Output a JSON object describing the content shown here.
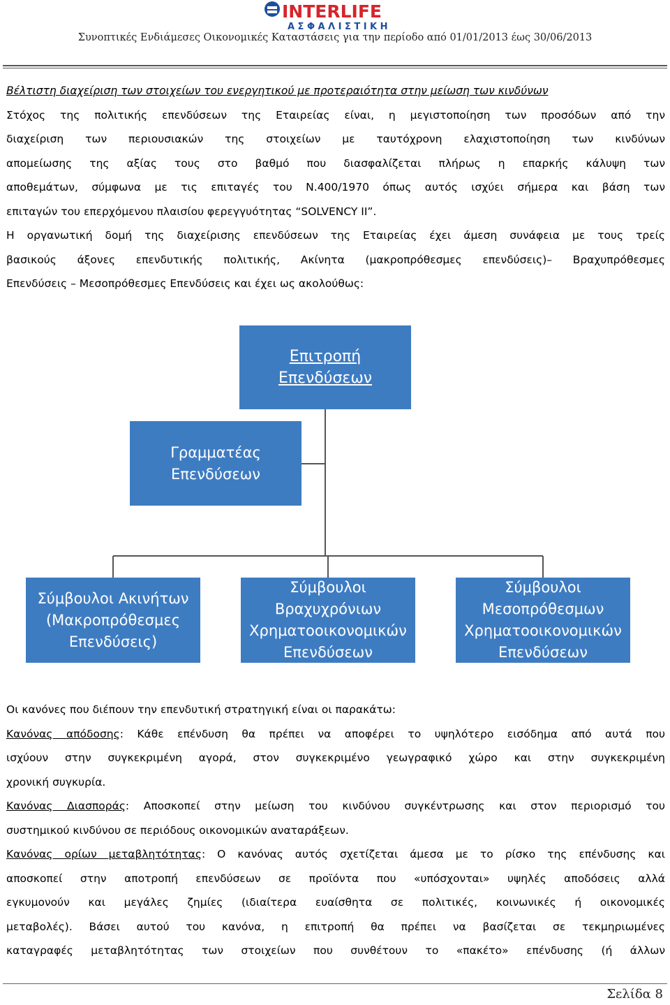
{
  "header": {
    "brand": "INTERLIFE",
    "brand_sub": "ΑΣΦΑΛΙΣΤΙΚΗ",
    "subtitle": "Συνοπτικές Ενδιάμεσες Οικονομικές Καταστάσεις για την περίοδο από 01/01/2013 έως 30/06/2013",
    "colors": {
      "brand_blue": "#1f4e9c",
      "brand_red": "#d6242b"
    }
  },
  "section_title": "Βέλτιστη διαχείριση των στοιχείων του ενεργητικού με προτεραιότητα στην μείωση των κινδύνων",
  "paragraph1": [
    "Στόχος της πολιτικής επενδύσεων της Εταιρείας είναι, η μεγιστοποίηση των προσόδων από την",
    "διαχείριση των περιουσιακών της στοιχείων με ταυτόχρονη ελαχιστοποίηση των κινδύνων",
    "απομείωσης της αξίας τους στο βαθμό που διασφαλίζεται πλήρως η επαρκής κάλυψη των",
    "αποθεμάτων, σύμφωνα με τις επιταγές του Ν.400/1970 όπως αυτός ισχύει σήμερα και βάση των",
    "επιταγών του επερχόμενου πλαισίου φερεγγυότητας “SOLVENCY II”."
  ],
  "paragraph2": [
    "Η οργανωτική δομή της διαχείρισης επενδύσεων της Εταιρείας έχει άμεση συνάφεια με τους τρείς",
    "βασικούς άξονες επενδυτικής πολιτικής, Ακίνητα (μακροπρόθεσμες επενδύσεις)– Βραχυπρόθεσμες",
    "Επενδύσεις – Μεσοπρόθεσμες Επενδύσεις  και έχει ως ακολούθως:"
  ],
  "org_chart": {
    "box_color": "#3e7cc2",
    "top": [
      "Επιτροπή",
      "Επενδύσεων"
    ],
    "middle": [
      "Γραμματέας",
      "Επενδύσεων"
    ],
    "bottom": [
      [
        "Σύμβουλοι Ακινήτων",
        "(Μακροπρόθεσμες",
        "Επενδύσεις)"
      ],
      [
        "Σύμβουλοι",
        "Βραχυχρόνιων",
        "Χρηματοοικονομικών",
        "Επενδύσεων"
      ],
      [
        "Σύμβουλοι",
        "Μεσοπρόθεσμων",
        "Χρηματοοικονομικών",
        "Επενδύσεων"
      ]
    ]
  },
  "rules_intro": "Οι κανόνες που διέπουν την επενδυτική στρατηγική είναι οι παρακάτω:",
  "rules": [
    {
      "name": "Κανόνας απόδοσης",
      "lines": [
        ": Κάθε επένδυση θα πρέπει να αποφέρει το υψηλότερο εισόδημα από αυτά που",
        "ισχύουν στην συγκεκριμένη αγορά, στον συγκεκριμένο γεωγραφικό χώρο και στην συγκεκριμένη",
        "χρονική συγκυρία."
      ]
    },
    {
      "name": "Κανόνας Διασποράς",
      "lines": [
        ": Αποσκοπεί στην μείωση του κινδύνου συγκέντρωσης και στον περιορισμό του",
        "συστημικού κινδύνου σε περιόδους οικονομικών αναταράξεων."
      ]
    },
    {
      "name": "Κανόνας ορίων μεταβλητότητας",
      "lines": [
        ": Ο κανόνας αυτός σχετίζεται άμεσα με το ρίσκο της επένδυσης και",
        "αποσκοπεί στην αποτροπή επενδύσεων σε προϊόντα που «υπόσχονται» υψηλές αποδόσεις αλλά",
        "εγκυμονούν και μεγάλες ζημίες (ιδιαίτερα ευαίσθητα σε πολιτικές, κοινωνικές ή οικονομικές",
        "μεταβολές). Βάσει αυτού του κανόνα, η επιτροπή θα πρέπει να βασίζεται σε τεκμηριωμένες",
        "καταγραφές μεταβλητότητας των στοιχείων που συνθέτουν το «πακέτο» επένδυσης (ή άλλων"
      ]
    }
  ],
  "footer": {
    "page": "Σελίδα 8"
  }
}
